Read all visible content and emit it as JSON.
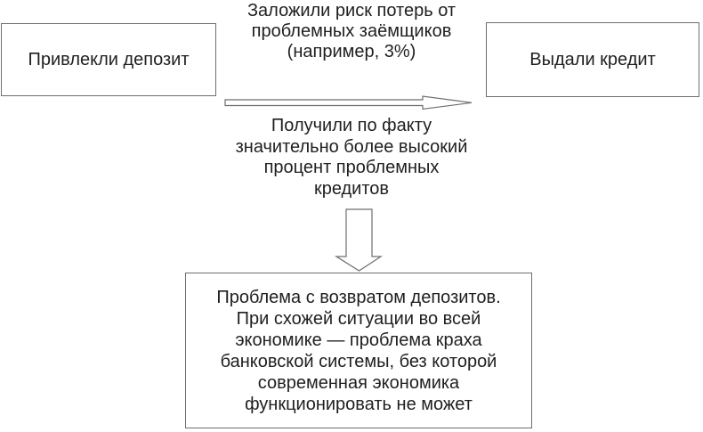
{
  "diagram": {
    "boxes": {
      "deposit": {
        "label": "Привлекли депозит"
      },
      "credit": {
        "label": "Выдали кредит"
      },
      "problem": {
        "text": "Проблема с возвратом депозитов.\nПри схожей ситуации во всей\nэкономике — проблема краха\nбанковской системы, без которой\nсовременная экономика\nфункционировать не может"
      }
    },
    "annotations": {
      "planned_risk": "Заложили риск потерь от\nпроблемных заёмщиков\n(например, 3%)",
      "actual_result": "Получили по факту\nзначительно более высокий\nпроцент проблемных\nкредитов"
    },
    "colors": {
      "background": "#ffffff",
      "border": "#6e6e6e",
      "text": "#1f1f1f"
    }
  }
}
